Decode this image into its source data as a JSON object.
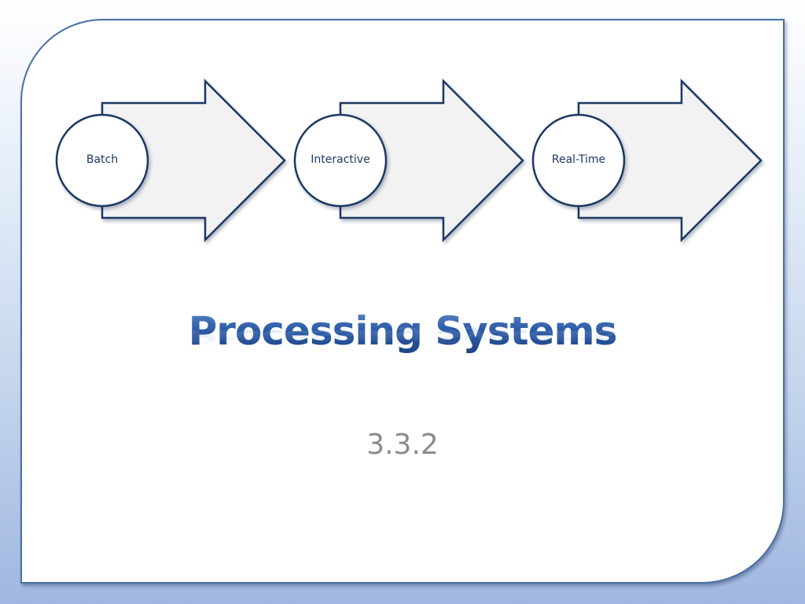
{
  "slide": {
    "steps": [
      {
        "label": "Batch"
      },
      {
        "label": "Interactive"
      },
      {
        "label": "Real-Time"
      }
    ],
    "title": "Processing Systems",
    "subtitle": "3.3.2"
  },
  "colors": {
    "accent": "#1f3864",
    "arrow_fill": "#f2f2f2",
    "frame_border": "#4a6fa5",
    "subtitle": "#8a8a8a"
  }
}
